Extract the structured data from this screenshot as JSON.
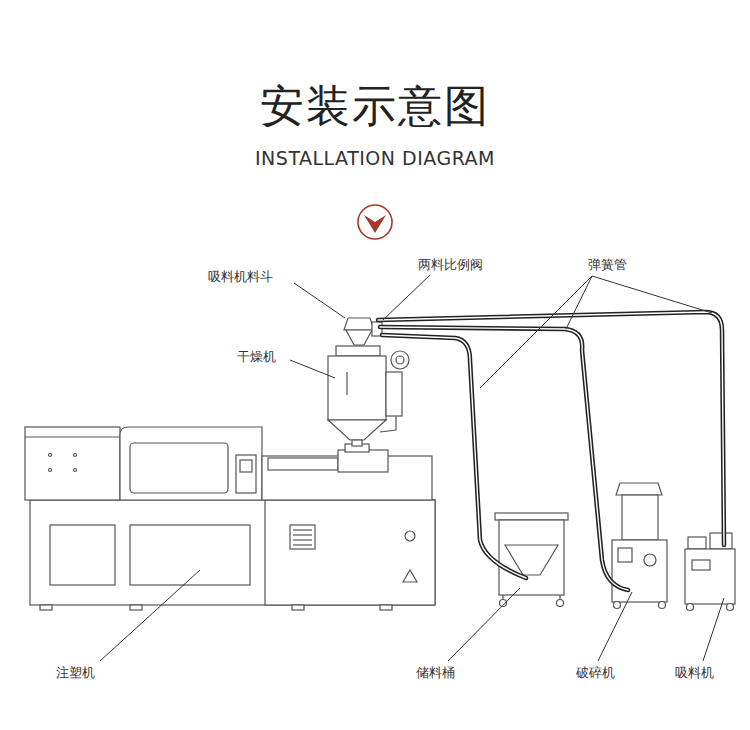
{
  "diagram": {
    "title": "安装示意图",
    "labels": [
      "INSTALLATION DIAGRAM",
      "吸料机料斗",
      "两料比例阀",
      "弹簧管",
      "干燥机",
      "注塑机",
      "储料桶",
      "破碎机",
      "吸料机"
    ]
  }
}
